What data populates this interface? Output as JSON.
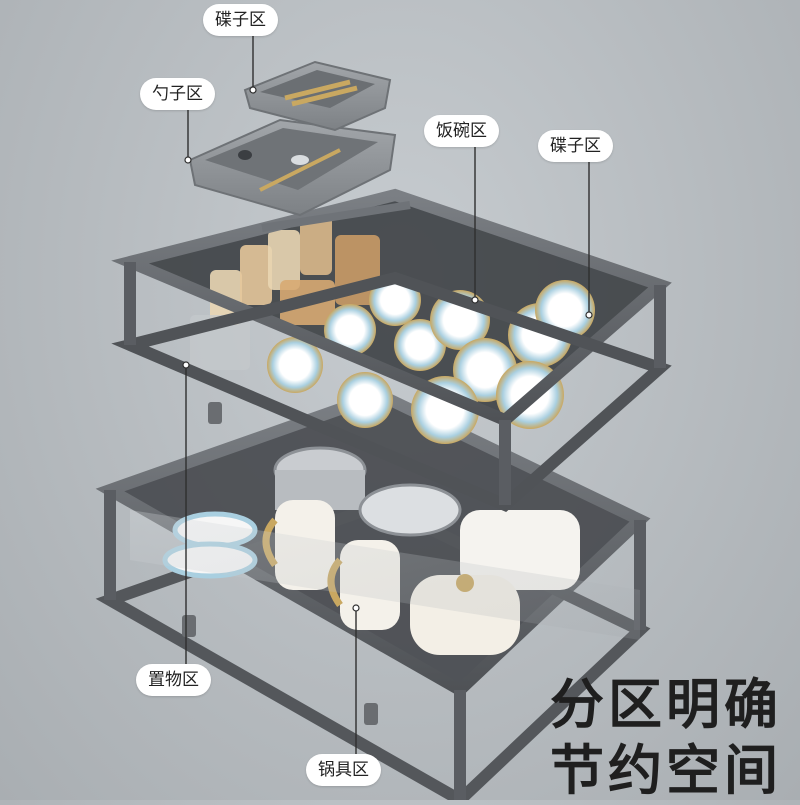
{
  "labels": {
    "plate_zone_top": "碟子区",
    "spoon_zone": "勺子区",
    "bowl_zone": "饭碗区",
    "plate_zone_right": "碟子区",
    "storage_zone": "置物区",
    "pot_zone": "锅具区"
  },
  "slogan": {
    "line1": "分区明确",
    "line2": "节约空间"
  },
  "colors": {
    "frame": "#5e6166",
    "frame_light": "#8a8e93",
    "tray": "#8f9397",
    "plate_rim": "#c9a861",
    "plate_blue": "#a9cfe0",
    "background": "#b9bec2"
  }
}
